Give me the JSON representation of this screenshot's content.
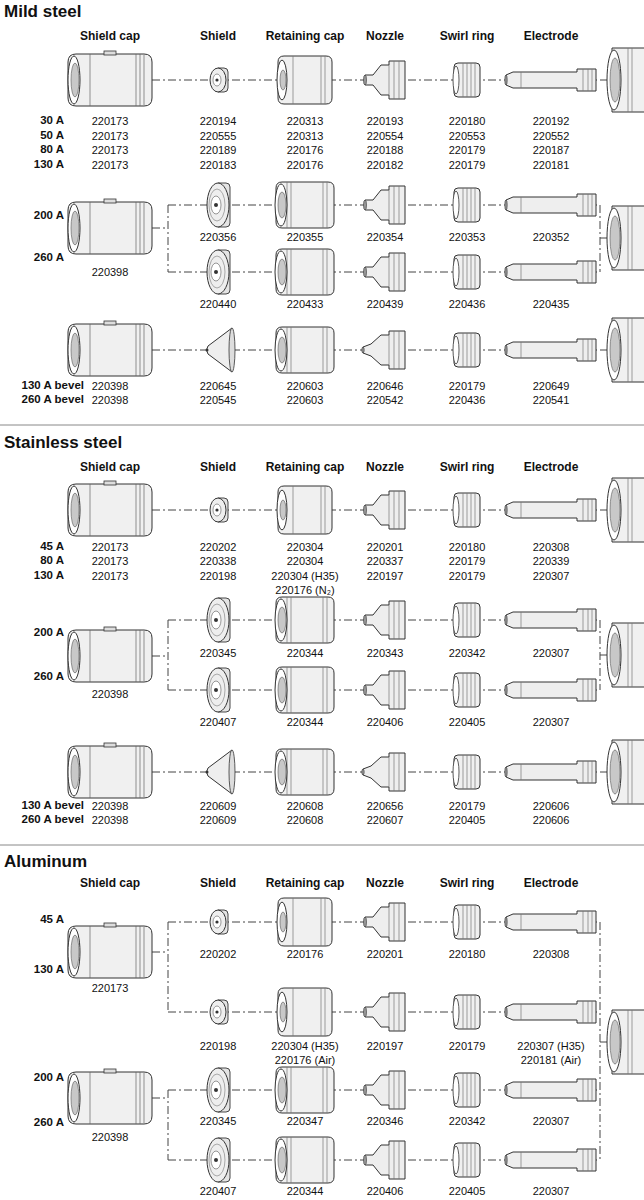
{
  "diagram": {
    "labels": [
      "Mild steel",
      "Shield cap",
      "Shield",
      "Retaining cap",
      "Nozzle",
      "Swirl ring",
      "Electrode",
      "30 A",
      "220173",
      "220194",
      "220313",
      "220193",
      "220180",
      "220192",
      "50 A",
      "220173",
      "220555",
      "220313",
      "220554",
      "220553",
      "220552",
      "80 A",
      "220173",
      "220189",
      "220176",
      "220188",
      "220179",
      "220187",
      "130 A",
      "220173",
      "220183",
      "220176",
      "220182",
      "220179",
      "220181",
      "200 A",
      "220356",
      "220355",
      "220354",
      "220353",
      "220352",
      "260 A",
      "220398",
      "220440",
      "220433",
      "220439",
      "220436",
      "220435",
      "130 A bevel",
      "220398",
      "220645",
      "220603",
      "220646",
      "220179",
      "220649",
      "260 A bevel",
      "220398",
      "220545",
      "220603",
      "220542",
      "220436",
      "220541",
      "Stainless steel",
      "Shield cap",
      "Shield",
      "Retaining cap",
      "Nozzle",
      "Swirl ring",
      "Electrode",
      "45 A",
      "220173",
      "220202",
      "220304",
      "220201",
      "220180",
      "220308",
      "80 A",
      "220173",
      "220338",
      "220304",
      "220337",
      "220179",
      "220339",
      "130 A",
      "220173",
      "220198",
      "220304 (H35)",
      "220197",
      "220179",
      "220307",
      "220176 (N₂)",
      "200 A",
      "220345",
      "220344",
      "220343",
      "220342",
      "220307",
      "260 A",
      "220398",
      "220407",
      "220344",
      "220406",
      "220405",
      "220307",
      "130 A bevel",
      "220398",
      "220609",
      "220608",
      "220656",
      "220179",
      "220606",
      "260 A bevel",
      "220398",
      "220609",
      "220608",
      "220607",
      "220405",
      "220606",
      "Aluminum",
      "Shield cap",
      "Shield",
      "Retaining cap",
      "Nozzle",
      "Swirl ring",
      "Electrode",
      "45 A",
      "220202",
      "220176",
      "220201",
      "220180",
      "220308",
      "130 A",
      "220173",
      "220198",
      "220304 (H35)",
      "220197",
      "220179",
      "220307 (H35)",
      "220176 (Air)",
      "220181 (Air)",
      "200 A",
      "220345",
      "220347",
      "220346",
      "220342",
      "220307",
      "260 A",
      "220398",
      "220407",
      "220344",
      "220406",
      "220405",
      "220307"
    ]
  }
}
